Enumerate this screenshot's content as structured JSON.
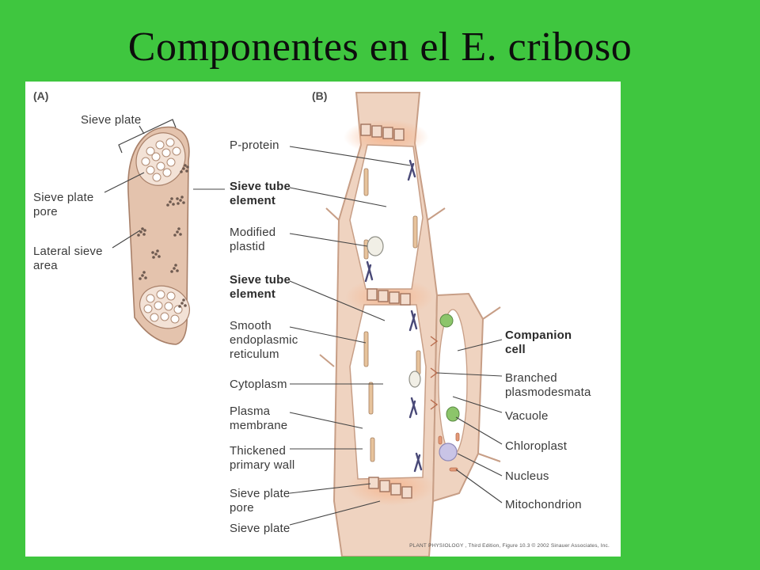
{
  "title": "Componentes en el E. criboso",
  "panel_a": {
    "label": "(A)",
    "labels": {
      "sieve_plate": "Sieve plate",
      "sieve_plate_pore": "Sieve plate\npore",
      "lateral_sieve_area": "Lateral sieve\narea"
    }
  },
  "panel_b": {
    "label": "(B)",
    "left_labels": {
      "p_protein": "P-protein",
      "sieve_tube_element_1": "Sieve tube\nelement",
      "modified_plastid": "Modified\nplastid",
      "sieve_tube_element_2": "Sieve tube\nelement",
      "smooth_er": "Smooth\nendoplasmic\nreticulum",
      "cytoplasm": "Cytoplasm",
      "plasma_membrane": "Plasma\nmembrane",
      "thickened_wall": "Thickened\nprimary wall",
      "sieve_plate_pore": "Sieve plate\npore",
      "sieve_plate": "Sieve plate"
    },
    "right_labels": {
      "companion_cell": "Companion\ncell",
      "branched_plasmodesmata": "Branched\nplasmodesmata",
      "vacuole": "Vacuole",
      "chloroplast": "Chloroplast",
      "nucleus": "Nucleus",
      "mitochondrion": "Mitochondrion"
    }
  },
  "credit": "PLANT PHYSIOLOGY , Third Edition, Figure 10.3  © 2002 Sinauer Associates, Inc.",
  "colors": {
    "background": "#3fc63f",
    "cell_fill": "#efd3c0",
    "cell_wall": "#d6ab92",
    "p_protein": "#4a4a78",
    "chloroplast": "#8cc56a",
    "nucleus": "#c9c4e6"
  }
}
